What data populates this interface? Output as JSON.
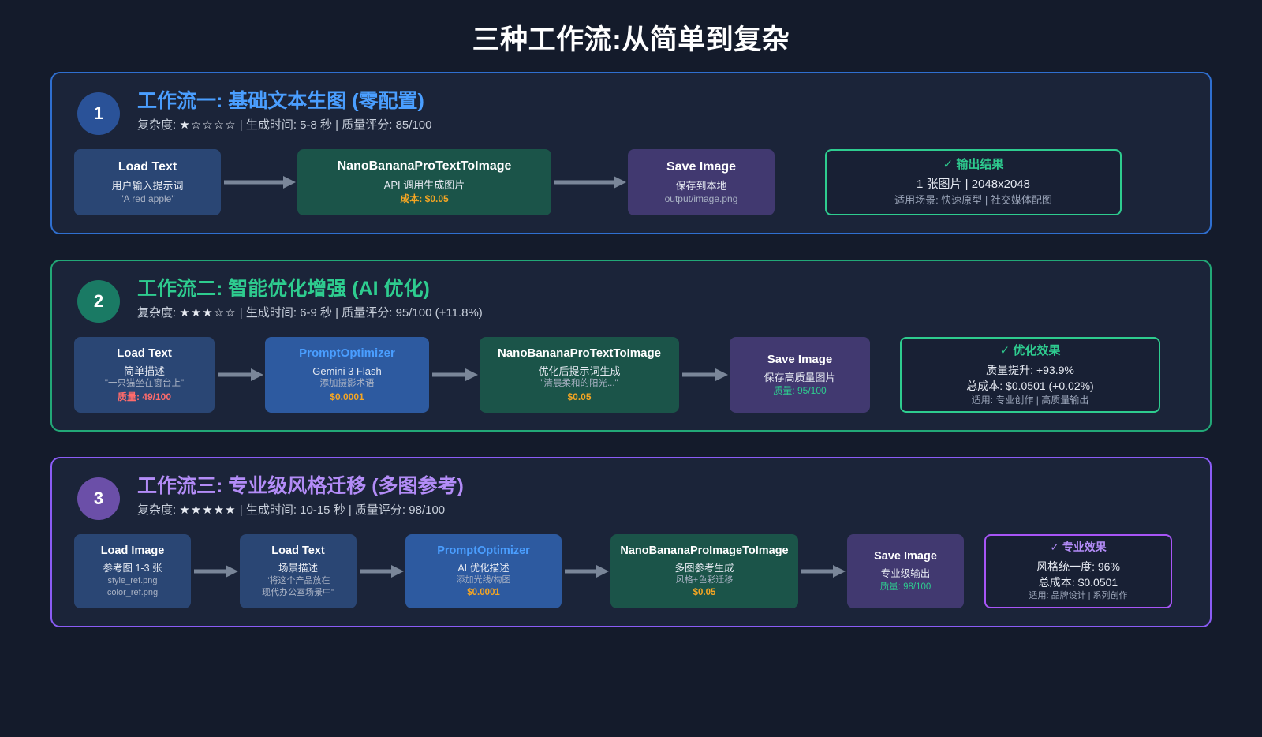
{
  "page": {
    "title": "三种工作流:从简单到复杂",
    "background_color": "#141b2b",
    "card_background_color": "#1b2439"
  },
  "workflows": [
    {
      "badge": "1",
      "badge_color": "#2a5298",
      "border_color": "#2f6fd0",
      "title": "工作流一: 基础文本生图 (零配置)",
      "title_color": "#4a9eff",
      "meta_prefix": "复杂度: ",
      "stars": "★☆☆☆☆",
      "meta_suffix": " | 生成时间: 5-8 秒 | 质量评分: 85/100",
      "nodes": [
        {
          "style": "blue",
          "title": "Load Text",
          "sub": "用户输入提示词",
          "detail": "\"A red apple\"",
          "cost": "",
          "quality": "",
          "quality_state": ""
        },
        {
          "style": "green",
          "title": "NanoBananaProTextToImage",
          "sub": "API 调用生成图片",
          "detail": "",
          "cost": "成本: $0.05",
          "quality": "",
          "quality_state": ""
        },
        {
          "style": "purple",
          "title": "Save Image",
          "sub": "保存到本地",
          "detail": "output/image.png",
          "cost": "",
          "quality": "",
          "quality_state": ""
        }
      ],
      "result": {
        "border_color": "#2ecc8f",
        "check": "✓",
        "title": "输出结果",
        "lines": [
          "1 张图片 | 2048x2048"
        ],
        "footer": "适用场景: 快速原型 | 社交媒体配图"
      }
    },
    {
      "badge": "2",
      "badge_color": "#1a7a64",
      "border_color": "#22a877",
      "title": "工作流二: 智能优化增强 (AI 优化)",
      "title_color": "#2ecc8f",
      "meta_prefix": "复杂度: ",
      "stars": "★★★☆☆",
      "meta_suffix": " | 生成时间: 6-9 秒 | 质量评分: 95/100 (+11.8%)",
      "nodes": [
        {
          "style": "blue",
          "title": "Load Text",
          "sub": "简单描述",
          "detail": "\"一只猫坐在窗台上\"",
          "cost": "",
          "quality": "质量: 49/100",
          "quality_state": "bad"
        },
        {
          "style": "bluebr",
          "title": "PromptOptimizer",
          "sub": "Gemini 3 Flash",
          "detail": "添加摄影术语",
          "cost": "$0.0001",
          "quality": "",
          "quality_state": ""
        },
        {
          "style": "green",
          "title": "NanoBananaProTextToImage",
          "sub": "优化后提示词生成",
          "detail": "\"清晨柔和的阳光...\"",
          "cost": "$0.05",
          "quality": "",
          "quality_state": ""
        },
        {
          "style": "purple",
          "title": "Save Image",
          "sub": "保存高质量图片",
          "detail": "",
          "cost": "",
          "quality": "质量: 95/100",
          "quality_state": "good"
        }
      ],
      "result": {
        "border_color": "#2ecc8f",
        "check": "✓",
        "title": "优化效果",
        "lines": [
          "质量提升: +93.9%",
          "总成本: $0.0501 (+0.02%)"
        ],
        "footer": "适用: 专业创作 | 高质量输出"
      }
    },
    {
      "badge": "3",
      "badge_color": "#6b4fa8",
      "border_color": "#8b5cf6",
      "title": "工作流三: 专业级风格迁移 (多图参考)",
      "title_color": "#b38cf7",
      "meta_prefix": "复杂度: ",
      "stars": "★★★★★",
      "meta_suffix": " | 生成时间: 10-15 秒 | 质量评分: 98/100",
      "nodes": [
        {
          "style": "blue",
          "title": "Load Image",
          "sub": "参考图 1-3 张",
          "detail": "style_ref.png\ncolor_ref.png",
          "cost": "",
          "quality": "",
          "quality_state": ""
        },
        {
          "style": "blue",
          "title": "Load Text",
          "sub": "场景描述",
          "detail": "\"将这个产品放在\n现代办公室场景中\"",
          "cost": "",
          "quality": "",
          "quality_state": ""
        },
        {
          "style": "bluebr",
          "title": "PromptOptimizer",
          "sub": "AI 优化描述",
          "detail": "添加光线/构图",
          "cost": "$0.0001",
          "quality": "",
          "quality_state": ""
        },
        {
          "style": "green",
          "title": "NanoBananaProImageToImage",
          "sub": "多图参考生成",
          "detail": "风格+色彩迁移",
          "cost": "$0.05",
          "quality": "",
          "quality_state": ""
        },
        {
          "style": "purple",
          "title": "Save Image",
          "sub": "专业级输出",
          "detail": "",
          "cost": "",
          "quality": "质量: 98/100",
          "quality_state": "good"
        }
      ],
      "result": {
        "border_color": "#a855f7",
        "check": "✓",
        "title": "专业效果",
        "lines": [
          "风格统一度: 96%",
          "总成本: $0.0501"
        ],
        "footer": "适用: 品牌设计 | 系列创作"
      }
    }
  ]
}
